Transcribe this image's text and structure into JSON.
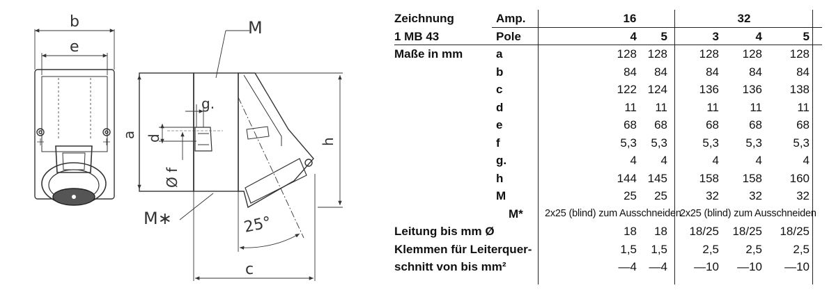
{
  "drawing": {
    "labels": {
      "b": "b",
      "e": "e",
      "M": "M",
      "g": "g.",
      "a": "a",
      "d": "d",
      "f": "Ø f",
      "h": "h",
      "Mstar": "M∗",
      "angle": "25°",
      "c": "c"
    }
  },
  "table": {
    "header": {
      "zeichnung": "Zeichnung",
      "amp": "Amp.",
      "amp16": "16",
      "amp32": "32",
      "model": "1 MB 43",
      "pole": "Pole",
      "poles": [
        "4",
        "5",
        "3",
        "4",
        "5"
      ]
    },
    "section_label": "Maße in mm",
    "rows": [
      {
        "key": "a",
        "values": [
          "128",
          "128",
          "128",
          "128",
          "128"
        ]
      },
      {
        "key": "b",
        "values": [
          "84",
          "84",
          "84",
          "84",
          "84"
        ]
      },
      {
        "key": "c",
        "values": [
          "122",
          "124",
          "136",
          "136",
          "138"
        ]
      },
      {
        "key": "d",
        "values": [
          "11",
          "11",
          "11",
          "11",
          "11"
        ]
      },
      {
        "key": "e",
        "values": [
          "68",
          "68",
          "68",
          "68",
          "68"
        ]
      },
      {
        "key": "f",
        "values": [
          "5,3",
          "5,3",
          "5,3",
          "5,3",
          "5,3"
        ]
      },
      {
        "key": "g.",
        "values": [
          "4",
          "4",
          "4",
          "4",
          "4"
        ]
      },
      {
        "key": "h",
        "values": [
          "144",
          "145",
          "158",
          "158",
          "160"
        ]
      },
      {
        "key": "M",
        "values": [
          "25",
          "25",
          "32",
          "32",
          "32"
        ]
      }
    ],
    "mstar": {
      "key": "M*",
      "text16": "2x25 (blind) zum Ausschneiden",
      "text32": "2x25 (blind) zum Ausschneiden"
    },
    "leitung": {
      "label": "Leitung bis mm Ø",
      "values": [
        "18",
        "18",
        "18/25",
        "18/25",
        "18/25"
      ]
    },
    "klemmen": {
      "label1": "Klemmen für Leiterquer-",
      "values1": [
        "1,5",
        "1,5",
        "2,5",
        "2,5",
        "2,5"
      ],
      "label2": "schnitt von bis mm²",
      "values2": [
        "—4",
        "—4",
        "—10",
        "—10",
        "—10"
      ]
    }
  }
}
